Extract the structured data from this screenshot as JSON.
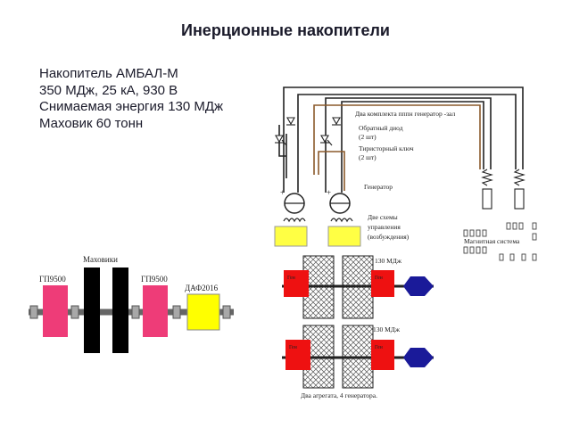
{
  "slide": {
    "title": "Инерционные накопители",
    "specs": [
      "Накопитель АМБАЛ-М",
      "350 МДж, 25 кА, 930 В",
      "Снимаемая энергия 130 МДж",
      "Маховик 60 тонн"
    ]
  },
  "left_diagram": {
    "flywheels_label": "Маховики",
    "gen_left_label": "ГП9500",
    "gen_right_label": "ГП9500",
    "motor_label": "ДАФ2016"
  },
  "circuit": {
    "kits_label": "Два комплекта пппн генератор -зал",
    "diode_label": "Обратный диод",
    "diode_count": "(2 шт)",
    "thyristor_label": "Тиристорный ключ",
    "thyristor_count": "(2 шт)",
    "generator_label": "Генератор",
    "control_line1": "Две схемы",
    "control_line2": "управления",
    "control_line3": "(возбуждения)",
    "magnet_label": "Магнитная система"
  },
  "aggregates": {
    "energy_top": "130 МДж",
    "energy_bottom": "130 МДж",
    "caption": "Два агрегата, 4 генератора.",
    "gen_tag": "Ген"
  },
  "colors": {
    "generator": "#ee3c78",
    "motor": "#ffff00",
    "flywheel": "#000000",
    "agg_generator": "#ee1111",
    "agg_motor": "#1a1a99",
    "wire_brown": "#8b5a2b",
    "control_box": "#ffff44"
  }
}
